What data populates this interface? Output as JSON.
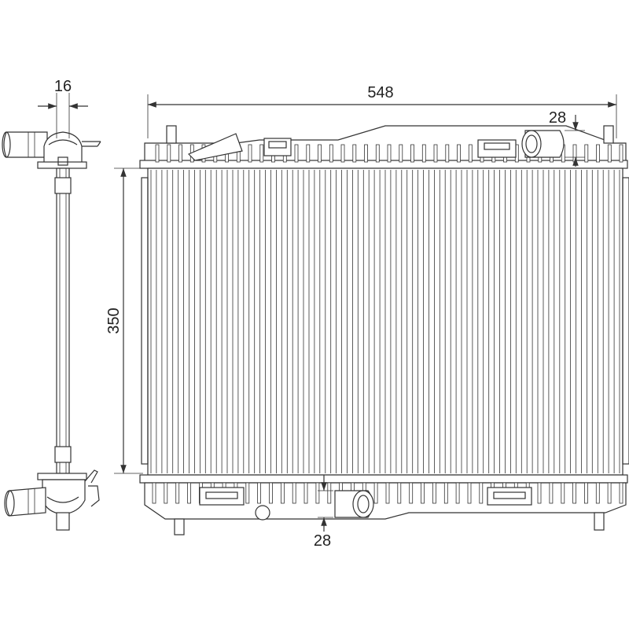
{
  "drawing": {
    "subject": "radiator-technical-drawing",
    "line_color": "#333333",
    "background": "#ffffff",
    "fin_count": 86
  },
  "dimensions": {
    "width": "548",
    "height": "350",
    "side_depth": "16",
    "top_tank": "28",
    "bottom_tank": "28"
  }
}
